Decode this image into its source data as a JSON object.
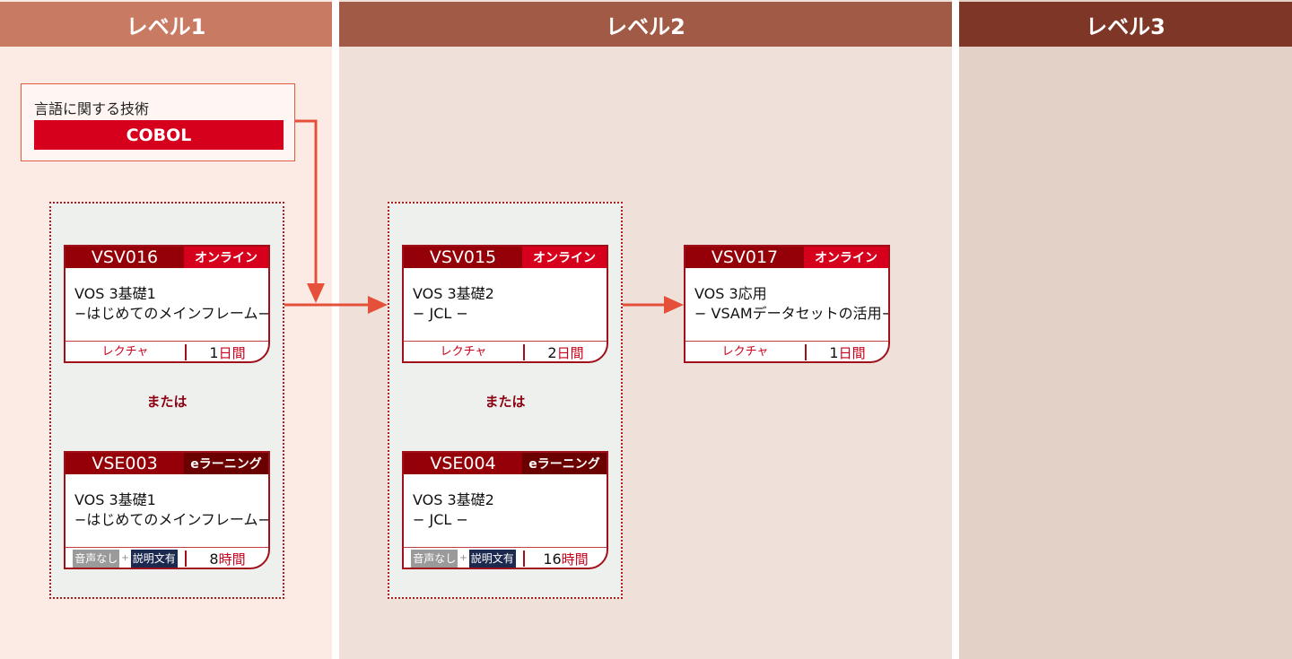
{
  "levels": [
    "レベル1",
    "レベル2",
    "レベル3"
  ],
  "tech": {
    "label": "言語に関する技術",
    "name": "COBOL"
  },
  "or_label": "または",
  "cards": {
    "vsv016": {
      "code": "VSV016",
      "badge": "オンライン",
      "line1": "VOS 3基礎1",
      "line2": "−はじめてのメインフレーム−",
      "type": "レクチャ",
      "num": "1",
      "unit": "日間"
    },
    "vse003": {
      "code": "VSE003",
      "badge": "eラーニング",
      "line1": "VOS 3基礎1",
      "line2": "−はじめてのメインフレーム−",
      "tag1": "音声なし",
      "plus": "+",
      "tag2": "説明文有",
      "num": "8",
      "unit": "時間"
    },
    "vsv015": {
      "code": "VSV015",
      "badge": "オンライン",
      "line1": "VOS 3基礎2",
      "line2": "− JCL −",
      "type": "レクチャ",
      "num": "2",
      "unit": "日間"
    },
    "vse004": {
      "code": "VSE004",
      "badge": "eラーニング",
      "line1": "VOS 3基礎2",
      "line2": "− JCL −",
      "tag1": "音声なし",
      "plus": "+",
      "tag2": "説明文有",
      "num": "16",
      "unit": "時間"
    },
    "vsv017": {
      "code": "VSV017",
      "badge": "オンライン",
      "line1": "VOS 3応用",
      "line2": "− VSAMデータセットの活用−",
      "type": "レクチャ",
      "num": "1",
      "unit": "日間"
    }
  },
  "colors": {
    "accent": "#d7001c",
    "arrow": "#e5503a",
    "card_header": "#950008"
  }
}
